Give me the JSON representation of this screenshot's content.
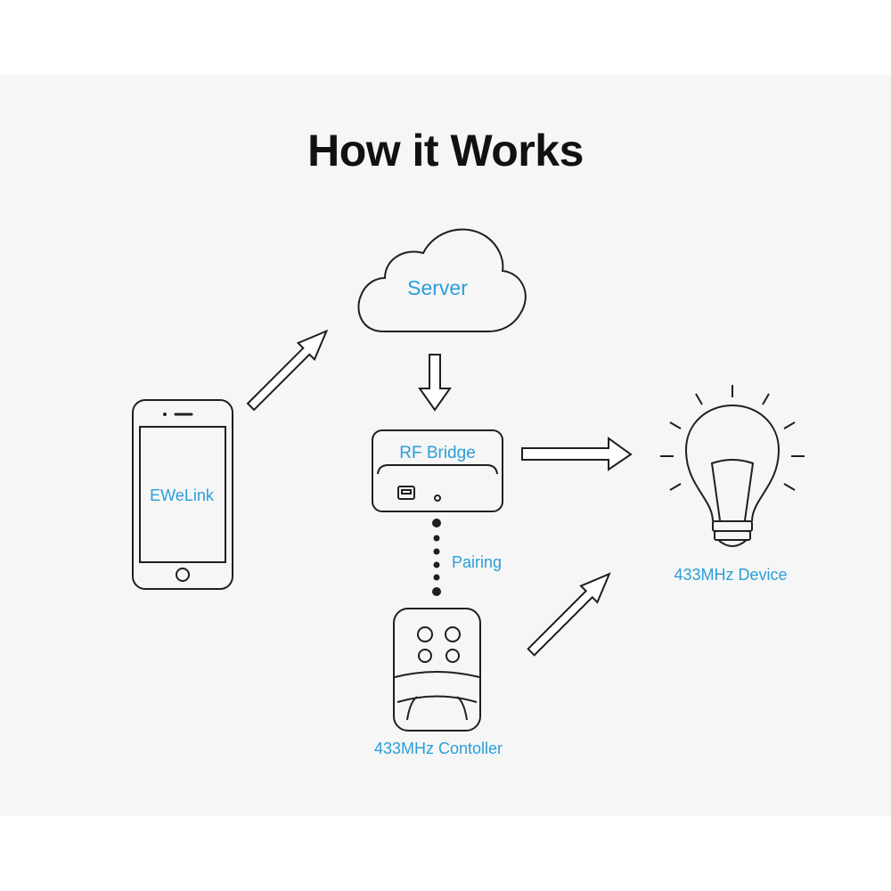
{
  "title": "How it Works",
  "nodes": {
    "server": "Server",
    "phone_app": "EWeLink",
    "rf_bridge": "RF Bridge",
    "pairing": "Pairing",
    "controller": "433MHz Contoller",
    "device": "433MHz Device"
  },
  "colors": {
    "accent": "#2a9ed9",
    "outline": "#1f1f1f",
    "background": "#f6f6f6",
    "title": "#111111"
  }
}
